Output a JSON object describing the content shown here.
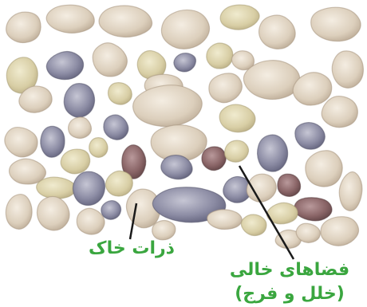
{
  "labels": {
    "particles": "ذرات خاک",
    "voids_line1": "فضاهای خالی",
    "voids_line2": "(خلل و فرج)"
  },
  "colors": {
    "background": "#ffffff",
    "label_text": "#3aa63f",
    "pointer": "#1a1a1a",
    "stone_beige": "#e2d6c4",
    "stone_sand": "#ddd3a8",
    "stone_slate": "#8f8fa6",
    "stone_maroon": "#8e6a6c"
  }
}
